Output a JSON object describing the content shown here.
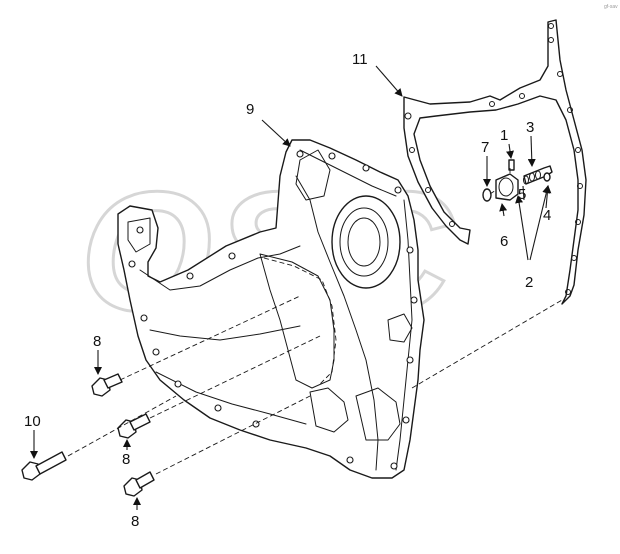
{
  "corner_text": "gf-sav",
  "watermark": "OSC",
  "callouts": {
    "c1": "1",
    "c2": "2",
    "c3": "3",
    "c4": "4",
    "c5": "5",
    "c6": "6",
    "c7": "7",
    "c8a": "8",
    "c8b": "8",
    "c8c": "8",
    "c9": "9",
    "c10": "10",
    "c11": "11"
  }
}
